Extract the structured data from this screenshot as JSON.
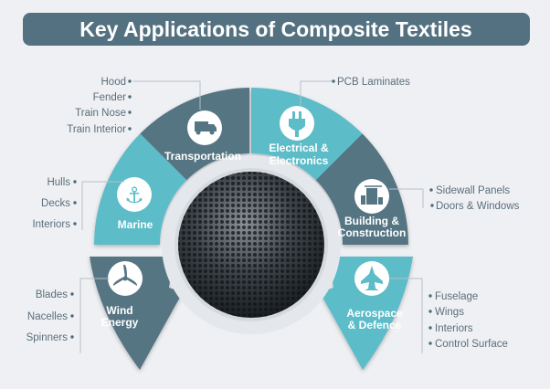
{
  "title": "Key Applications of Composite Textiles",
  "colors": {
    "dark": "#557583",
    "teal": "#5cbcc8",
    "background": "#eff0f4",
    "title_bar": "#537180",
    "text": "#5a6e7b"
  },
  "segments": {
    "transportation": {
      "label": "Transportation",
      "icon": "truck-icon",
      "items": [
        "Hood",
        "Fender",
        "Train Nose",
        "Train Interior"
      ]
    },
    "electrical": {
      "label_line1": "Electrical &",
      "label_line2": "Electronics",
      "icon": "plug-icon",
      "items": [
        "PCB Laminates"
      ]
    },
    "marine": {
      "label": "Marine",
      "icon": "anchor-icon",
      "items": [
        "Hulls",
        "Decks",
        "Interiors"
      ]
    },
    "building": {
      "label_line1": "Building &",
      "label_line2": "Construction",
      "icon": "building-icon",
      "items": [
        "Sidewall Panels",
        "Doors & Windows"
      ]
    },
    "wind": {
      "label_line1": "Wind",
      "label_line2": "Energy",
      "icon": "wind-turbine-icon",
      "items": [
        "Blades",
        "Nacelles",
        "Spinners"
      ]
    },
    "aerospace": {
      "label_line1": "Aerospace",
      "label_line2": "& Defence",
      "icon": "fighter-jet-icon",
      "items": [
        "Fuselage",
        "Wings",
        "Interiors",
        "Control Surface"
      ]
    }
  }
}
